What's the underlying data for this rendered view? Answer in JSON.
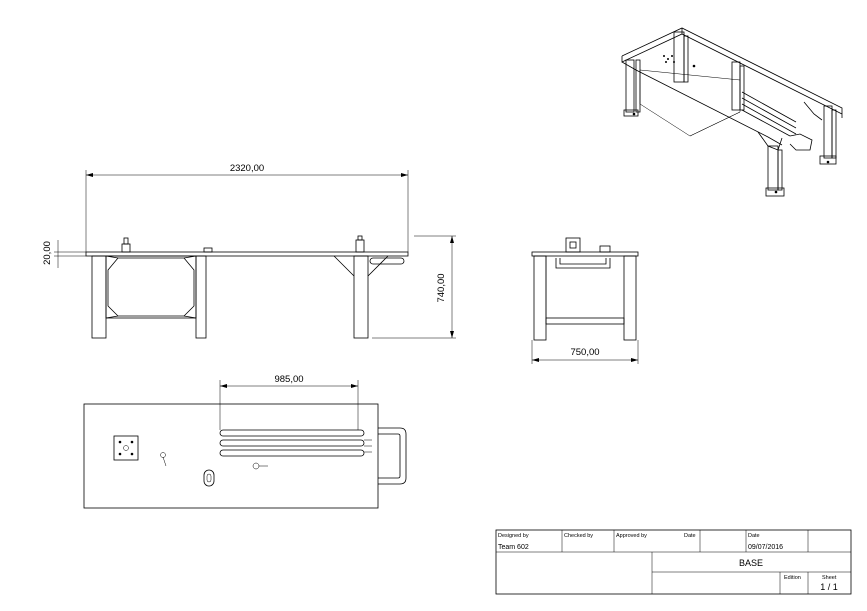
{
  "dimensions": {
    "overall_length": "2320,00",
    "top_thickness": "20,00",
    "overall_height": "740,00",
    "side_width": "750,00",
    "slot_length": "985,00"
  },
  "title_block": {
    "designed_by_label": "Designed by",
    "designed_by_value": "Team 602",
    "checked_by_label": "Checked by",
    "approved_by_label": "Approved by",
    "date_label_1": "Date",
    "date_label_2": "Date",
    "date_value": "09/07/2016",
    "title": "BASE",
    "edition_label": "Edition",
    "sheet_label": "Sheet",
    "sheet_value": "1 / 1"
  }
}
